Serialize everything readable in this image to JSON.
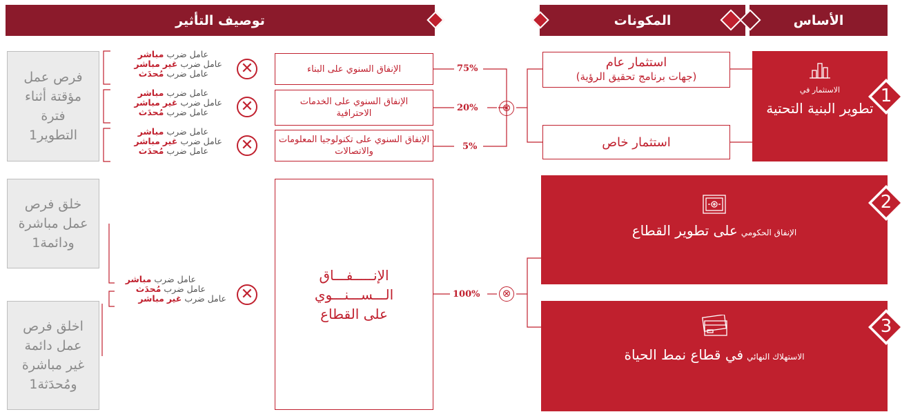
{
  "headers": {
    "impact": "توصيف التأثير",
    "components": "المكونات",
    "basis": "الأساس"
  },
  "section1": {
    "number": "1",
    "title_small": "الاستثمار في",
    "title_big": "تطوير البنية التحتية",
    "public_investment_line1": "استثمار عام",
    "public_investment_line2": "(جهات برنامج تحقيق الرؤية)",
    "private_investment": "استثمار خاص",
    "spend_rows": [
      {
        "label": "الإنفاق السنوي على البناء",
        "pct": "75%"
      },
      {
        "label": "الإنفاق السنوي على الخدمات الاحترافية",
        "pct": "20%"
      },
      {
        "label": "الإنفاق السنوي على تكنولوجيا المعلومات والاتصالات",
        "pct": "5%"
      }
    ],
    "outcome": "فرص عمل مؤقتة أثناء فترة التطوير1"
  },
  "factors": {
    "prefix": "عامل ضرب",
    "direct": "مباشر",
    "indirect_a": "غير",
    "indirect_b": "مباشر",
    "induced": "مُحدَث"
  },
  "section2": {
    "number": "2",
    "small": "الإنفاق الحكومي",
    "big": "على تطوير القطاع",
    "icon": "safe-icon"
  },
  "section3": {
    "number": "3",
    "small": "الاستهلاك النهائي",
    "big": "في قطاع نمط الحياة",
    "icon": "credit-card-icon"
  },
  "sector_spend": {
    "line1": "الإنـــــفـــاق",
    "line2": "الـــســـنـــوي",
    "line3": "على القطاع",
    "pct": "100%"
  },
  "outcome_direct": "خلق فرص عمل مباشرة ودائمة1",
  "outcome_indirect": "اخلق فرص عمل دائمة غير مباشرة ومُحدَثة1",
  "colors": {
    "dark_red": "#8b1a2b",
    "red": "#c0202e",
    "grey": "#ebebeb"
  }
}
